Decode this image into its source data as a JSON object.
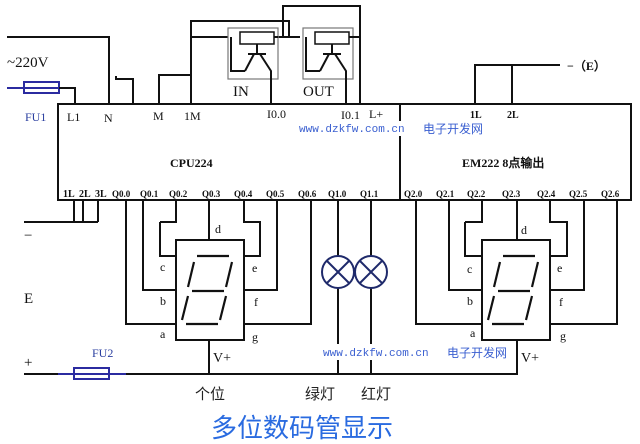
{
  "title": "多位数码管显示",
  "power": {
    "ac_label": "~220V",
    "fuse1": "FU1",
    "fuse2": "FU2",
    "dc_minus": "−",
    "dc_e": "E",
    "dc_plus": "+",
    "right_e": "−（E）"
  },
  "sensors": {
    "in_label": "IN",
    "out_label": "OUT"
  },
  "cpu": {
    "name": "CPU224",
    "top_terminals": [
      "L1",
      "N",
      "M",
      "1M",
      "I0.0",
      "I0.1",
      "L+"
    ],
    "bottom_terminals": [
      "1L",
      "2L",
      "3L",
      "Q0.0",
      "Q0.1",
      "Q0.2",
      "Q0.3",
      "Q0.4",
      "Q0.5",
      "Q0.6",
      "Q1.0",
      "Q1.1"
    ]
  },
  "em": {
    "name": "EM222 8点输出",
    "top_terminals": [
      "1L",
      "2L"
    ],
    "bottom_terminals": [
      "Q2.0",
      "Q2.1",
      "Q2.2",
      "Q2.3",
      "Q2.4",
      "Q2.5",
      "Q2.6"
    ]
  },
  "display_left": {
    "segments": {
      "a": "a",
      "b": "b",
      "c": "c",
      "d": "d",
      "e": "e",
      "f": "f",
      "g": "g"
    },
    "supply": "V+",
    "caption": "个位"
  },
  "display_right": {
    "segments": {
      "a": "a",
      "b": "b",
      "c": "c",
      "d": "d",
      "e": "e",
      "f": "f",
      "g": "g"
    },
    "supply": "V+"
  },
  "lamps": {
    "green": "绿灯",
    "red": "红灯"
  },
  "watermark": {
    "url": "www.dzkfw.com.cn",
    "site": "电子开发网"
  },
  "colors": {
    "wire": "#111111",
    "fuse": "#2b2ba0",
    "lamp": "#1f2a6b",
    "title": "#2a6be0",
    "watermark": "#3a5fd0"
  }
}
